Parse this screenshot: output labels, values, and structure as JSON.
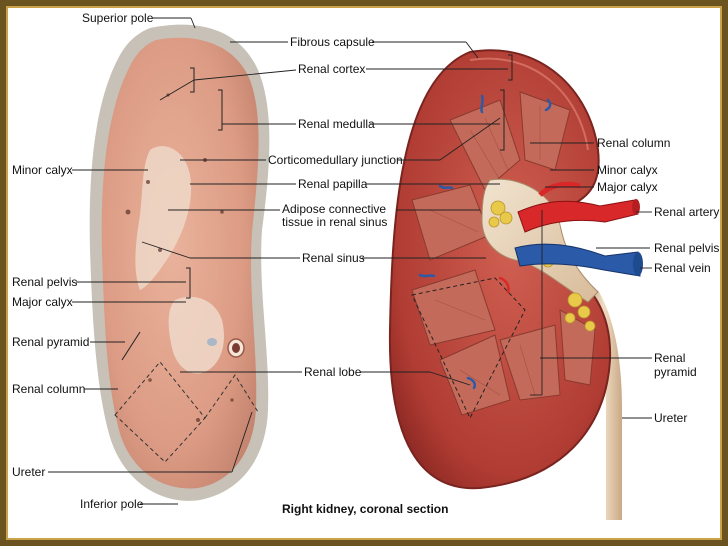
{
  "colors": {
    "frame_dark": "#6b5320",
    "frame_gold": "#caa24a",
    "photo_tissue": "#e2a48c",
    "photo_edge": "#c9c3b8",
    "cortex_red": "#b8453a",
    "medulla": "#c86a5a",
    "fat_yellow": "#e8c84a",
    "artery": "#d8282a",
    "vein": "#2a5aa8",
    "ureter": "#e3c9a8"
  },
  "labels": {
    "superior_pole": "Superior pole",
    "fibrous_capsule": "Fibrous capsule",
    "renal_cortex": "Renal cortex",
    "renal_medulla": "Renal medulla",
    "corticomedullary_junction": "Corticomedullary junction",
    "renal_papilla": "Renal papilla",
    "adipose_line1": "Adipose connective",
    "adipose_line2": "tissue in renal sinus",
    "renal_sinus": "Renal sinus",
    "renal_lobe": "Renal lobe",
    "inferior_pole": "Inferior pole",
    "minor_calyx_left": "Minor calyx",
    "renal_pelvis_left": "Renal pelvis",
    "major_calyx_left": "Major calyx",
    "renal_pyramid_left": "Renal pyramid",
    "renal_column_left": "Renal column",
    "ureter_left": "Ureter",
    "renal_column_right": "Renal column",
    "minor_calyx_right": "Minor calyx",
    "major_calyx_right": "Major calyx",
    "renal_artery": "Renal artery",
    "renal_pelvis_right": "Renal pelvis",
    "renal_vein": "Renal vein",
    "renal_pyramid_line1": "Renal",
    "renal_pyramid_line2": "pyramid",
    "ureter_right": "Ureter"
  },
  "caption": "Right kidney, coronal section"
}
